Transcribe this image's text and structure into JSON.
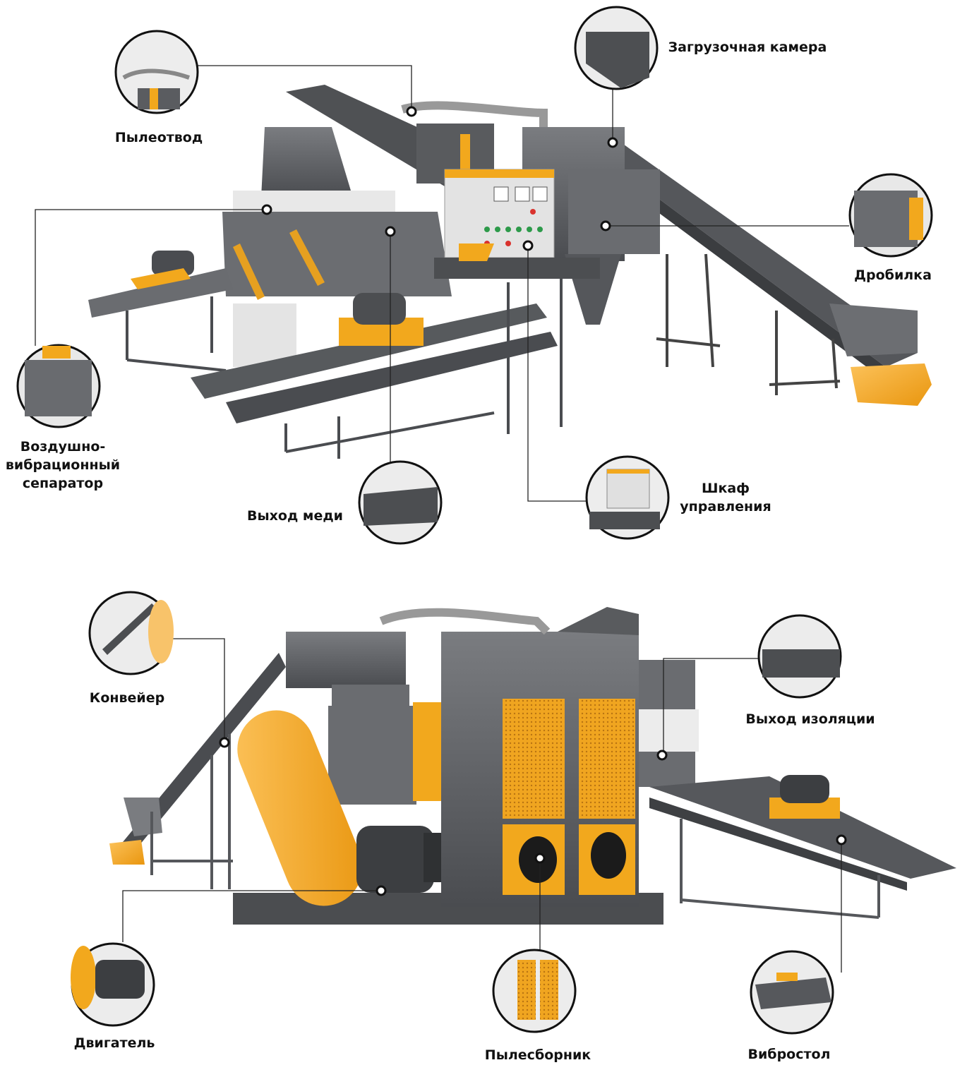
{
  "callouts": [
    {
      "id": "dust-outlet",
      "label": "Пылеотвод"
    },
    {
      "id": "loading-chamber",
      "label": "Загрузочная камера"
    },
    {
      "id": "crusher",
      "label": "Дробилка"
    },
    {
      "id": "air-separator",
      "label": "Воздушно-\nвибрационный\nсепаратор",
      "lines": [
        "Воздушно-",
        "вибрационный",
        "сепаратор"
      ]
    },
    {
      "id": "copper-outlet",
      "label": "Выход меди"
    },
    {
      "id": "control-cabinet",
      "label": "Шкаф управления",
      "lines": [
        "Шкаф",
        "управления"
      ]
    },
    {
      "id": "conveyor",
      "label": "Конвейер"
    },
    {
      "id": "insulation-outlet",
      "label": "Выход изоляции"
    },
    {
      "id": "motor",
      "label": "Двигатель"
    },
    {
      "id": "dust-collector",
      "label": "Пылесборник"
    },
    {
      "id": "vibro-table",
      "label": "Вибростол"
    }
  ],
  "colors": {
    "steel": "#5b5d60",
    "steel_dark": "#3d3f42",
    "steel_light": "#8a8c8f",
    "accent": "#f2a81d",
    "line": "#222222"
  }
}
